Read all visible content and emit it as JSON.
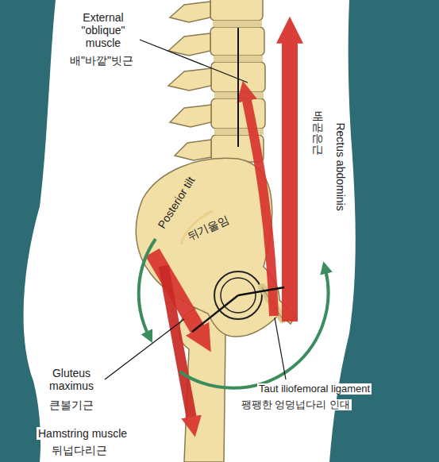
{
  "diagram": {
    "labels": [
      "External \"oblique\" muscle",
      "배\"바깥\"빗근",
      "Rectus abdominis",
      "배곧은근",
      "Posterior tilt",
      "뒤기울임",
      "Gluteus maximus",
      "큰볼기근",
      "Hamstring muscle",
      "뒤넙다리근",
      "Taut iliofemoral ligament",
      "팽팽한 엉덩넙다리 인대"
    ]
  }
}
